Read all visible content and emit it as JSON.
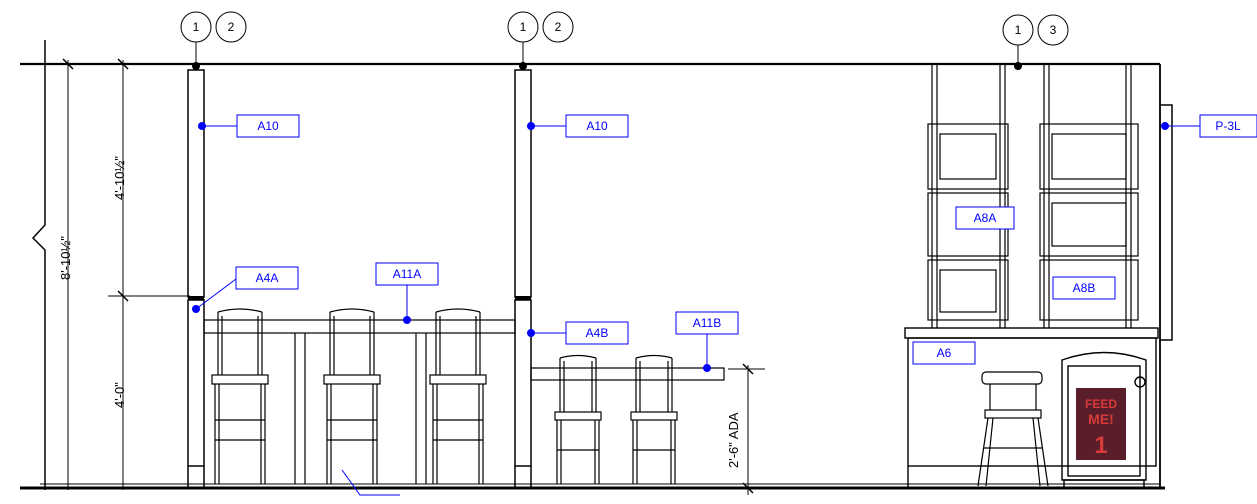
{
  "bubbles": [
    {
      "a": "1",
      "b": "2"
    },
    {
      "a": "1",
      "b": "2"
    },
    {
      "a": "1",
      "b": "3"
    }
  ],
  "tags": {
    "a10_left": "A10",
    "a10_mid": "A10",
    "p3l": "P-3L",
    "a4a": "A4A",
    "a11a": "A11A",
    "a4b": "A4B",
    "a11b": "A11B",
    "a8a": "A8A",
    "a8b": "A8B",
    "a6": "A6"
  },
  "dimensions": {
    "overall": "8'-10½\"",
    "upper": "4'-10½\"",
    "lower": "4'-0\"",
    "counter": "2'-6\" ADA"
  },
  "poster": {
    "line1": "FEED",
    "line2": "ME!",
    "number": "1"
  },
  "colors": {
    "tag": "#0000ff",
    "line": "#000000",
    "poster_bg": "#5a1e2a",
    "poster_text": "#d83a3a"
  }
}
